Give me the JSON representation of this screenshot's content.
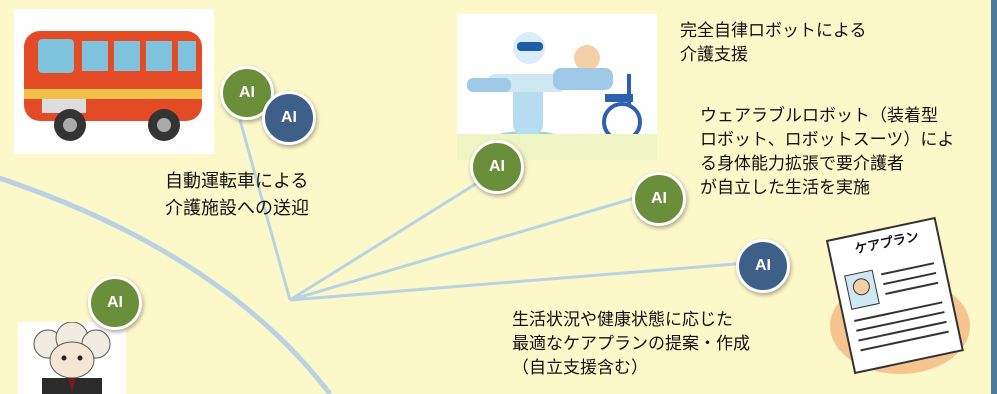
{
  "badge_label": "AI",
  "labels": {
    "robot_care": [
      "完全自律ロボットによる",
      "介護支援"
    ],
    "wearable": [
      "ウェアラブルロボット（装着型",
      "ロボット、ロボットスーツ）によ",
      "る身体能力拡張で要介護者",
      "が自立した生活を実施"
    ],
    "auto_drive": [
      "自動運転車による",
      "介護施設への送迎"
    ],
    "care_plan": [
      "生活状況や健康状態に応じた",
      "最適なケアプランの提案・作成",
      "（自立支援含む）"
    ]
  },
  "document_title": "ケアプラン",
  "colors": {
    "background": "#fdf8c9",
    "green_badge": "#6b8e3a",
    "blue_badge": "#3e6088",
    "line": "#b9d3e2"
  },
  "icons": [
    "van-icon",
    "care-robot-icon",
    "care-plan-document-icon",
    "sheep-mascot-icon"
  ]
}
